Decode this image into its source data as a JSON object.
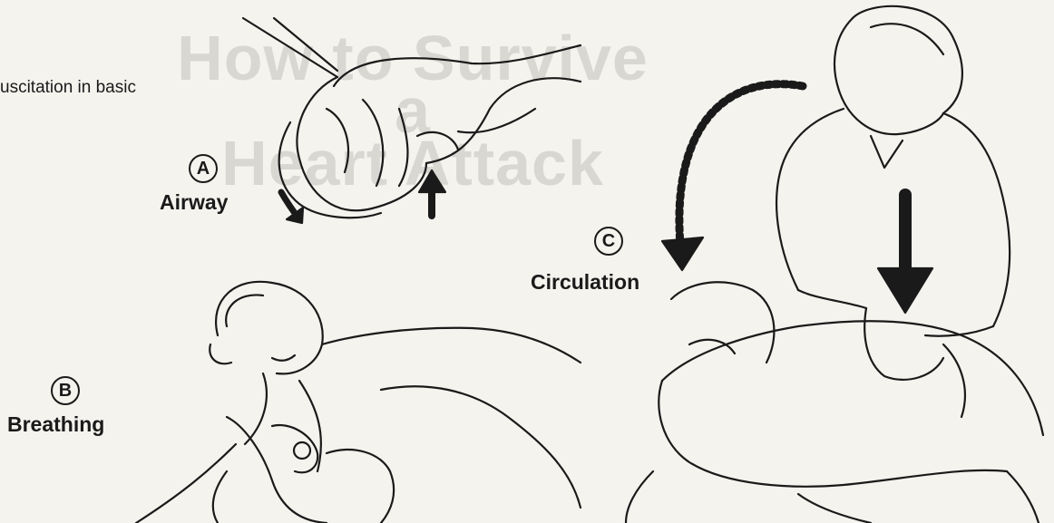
{
  "intro_text": "uscitation in basic",
  "background": {
    "title_line1": "How to Survive a",
    "title_line2": "Heart Attack"
  },
  "steps": [
    {
      "letter": "A",
      "label": "Airway"
    },
    {
      "letter": "B",
      "label": "Breathing"
    },
    {
      "letter": "C",
      "label": "Circulation"
    }
  ],
  "colors": {
    "ink": "#1a1a1a",
    "paper": "#f5f3ee",
    "faded": "#d9d7d2"
  }
}
